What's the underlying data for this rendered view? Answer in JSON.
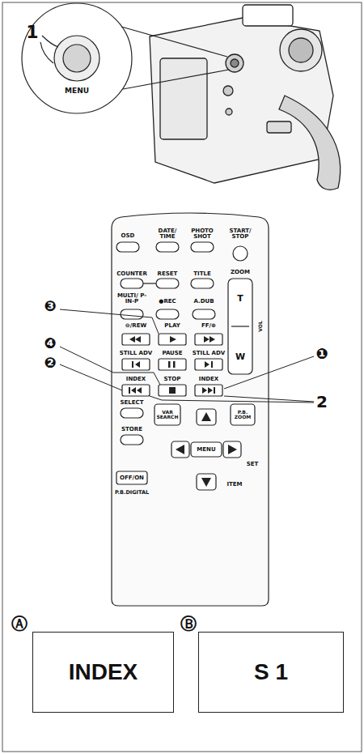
{
  "diagram": {
    "nodes": [
      {
        "text": [
          "INDEX"
        ]
      },
      {
        "text": [
          "S 1"
        ]
      }
    ],
    "labels": [
      "1",
      "MENU",
      "OSD",
      "DATE/ TIME",
      "PHOTO SHOT",
      "START/ STOP",
      "COUNTER",
      "RESET",
      "TITLE",
      "ZOOM",
      "T",
      "W",
      "MULTI/ P-IN-P",
      "●REC",
      "A.DUB",
      "VOL",
      "⊖/REW",
      "PLAY",
      "FF/⊕",
      "STILL ADV",
      "PAUSE",
      "STILL ADV",
      "INDEX",
      "STOP",
      "INDEX",
      "SELECT",
      "VAR SEARCH",
      "P.B. ZOOM",
      "STORE",
      "MENU",
      "SET",
      "ITEM",
      "OFF/ON",
      "P.B.DIGITAL",
      "❸",
      "❹",
      "❷",
      "❶",
      "2",
      "Ⓐ",
      "Ⓑ"
    ]
  }
}
